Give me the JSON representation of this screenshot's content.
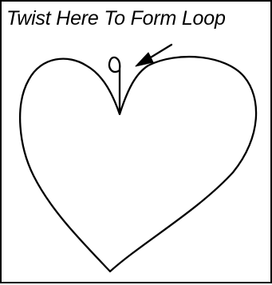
{
  "figure": {
    "caption": "Twist Here To Form Loop",
    "stroke_color": "#000000",
    "background_color": "#ffffff"
  },
  "shapes": [
    "heart-outline",
    "twist-loop",
    "pointer-arrow"
  ]
}
